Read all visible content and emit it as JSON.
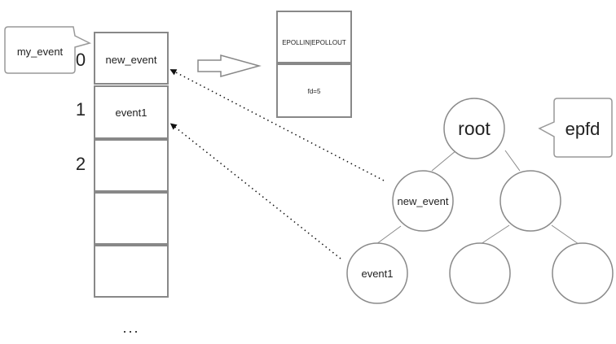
{
  "callout_event": "my_event",
  "callout_epfd": "epfd",
  "array": {
    "indices": [
      "0",
      "1",
      "2"
    ],
    "cells": [
      "new_event",
      "event1",
      "",
      "",
      ""
    ],
    "ellipsis": "..."
  },
  "event_struct": {
    "events": "EPOLLIN|EPOLLOUT",
    "fd": "fd=5"
  },
  "tree": {
    "root": "root",
    "new_event": "new_event",
    "right": "",
    "event1": "event1",
    "leaf_middle": "",
    "leaf_right": ""
  }
}
